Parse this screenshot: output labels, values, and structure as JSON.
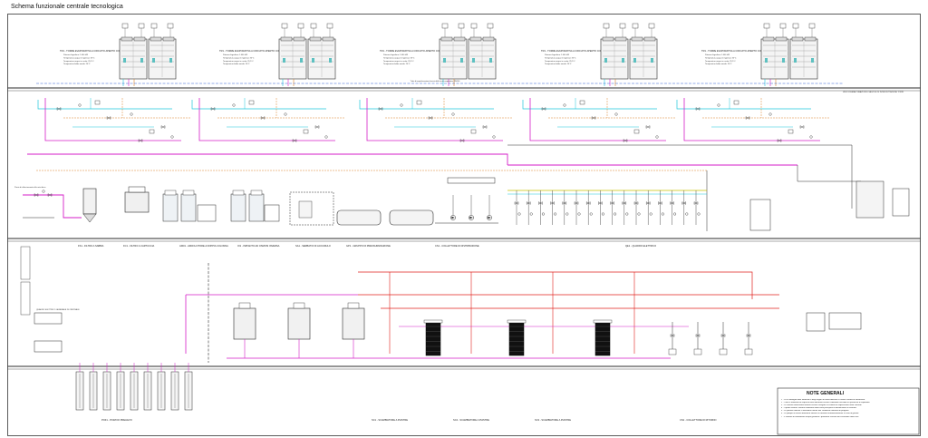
{
  "page": {
    "title": "Schema funzionale centrale tecnologica"
  },
  "colors": {
    "line": "#2b2b2b",
    "frame": "#333333",
    "magenta": "#d51ec8",
    "cyan": "#1fc7dc",
    "orange": "#d9822b",
    "red": "#e0201c",
    "blue": "#2a5ad6",
    "green": "#4aa13c",
    "olive": "#c8c000",
    "teal": "#5ec1c1"
  },
  "towers": {
    "unit_title": "TR1 - TORRE EVAPORATIVA A CIRCUITO APERTO CON VENTILATORI ASSIALI",
    "specs": [
      "Potenza frigorifera: 1.000 kW",
      "Temperatura acqua in ingresso: 35°C",
      "Temperatura acqua in uscita: 29,5°C",
      "Temperatura bulbo umido: 24°C"
    ]
  },
  "header": {
    "bus_label": "Tubo di equalizzazione bacini delle torri evaporative DN100",
    "right_note": "VEDI SCHEMA TUBAZIONI E VALVOLE DI INTERCETTAZIONE TORRI"
  },
  "middle": {
    "captions": [
      "FS1 - FILTRO A SABBIA",
      "FC1 - FILTRO A CARTUCCIA",
      "ADD1 - ADDOLCITORE A DOPPIA COLONNA",
      "OI1 - IMPIANTO AD OSMOSI INVERSA",
      "SA1 - SERBATOI DI ACCUMULO",
      "GP1 - GRUPPO DI PRESSURIZZAZIONE",
      "CS1 - COLLETTORE DI DISTRIBUZIONE",
      "QE1 - QUADRO ELETTRICO"
    ],
    "left_caption": "Punto di allacciamento alla rete idrica"
  },
  "bottom": {
    "captions": [
      "POZ1 - POZZI DI PRELIEVO",
      "SC1 - SCAMBIATORE A PIASTRE",
      "SC2 - SCAMBIATORE A PIASTRE",
      "SC3 - SCAMBIATORE A PIASTRE",
      "CS2 - COLLETTORE DI RITORNO"
    ],
    "legend_caption": "QUADRO ELETTRICO GENERALE DI CENTRALE"
  },
  "notes": {
    "title": "NOTE GENERALI",
    "items": [
      "1 - Per il dettaglio delle tubazioni e degli organi di intercettazione si veda la tavola di riferimento.",
      "2 - Tutte le tubazioni di acqua di torre dovranno essere coibentate secondo le specifiche di capitolato.",
      "3 - Le valvole motorizzate devono essere collegate al sistema di supervisione della centrale.",
      "4 - I quadri elettrici saranno alimentati dalla linea principale di distribuzione di centrale.",
      "5 - Le portate indicate si intendono riferite alle condizioni nominali di progetto.",
      "6 - Le pompe di riserva dovranno entrare in funzione automaticamente in caso di guasto.",
      "7 - Il sistema di trattamento acqua garantirà i parametri richiesti dal costruttore delle torri."
    ]
  }
}
